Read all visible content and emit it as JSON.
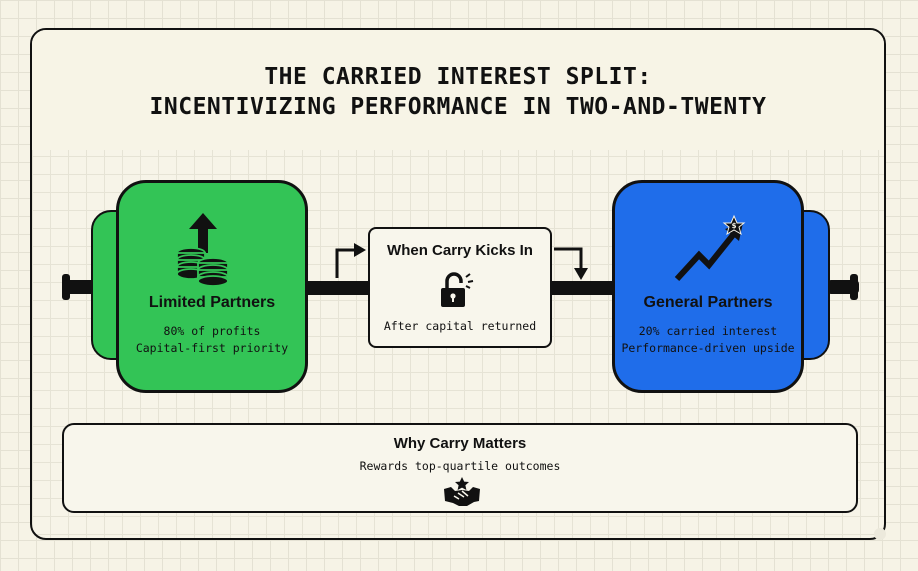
{
  "title": {
    "line1": "THE CARRIED INTEREST SPLIT:",
    "line2": "INCENTIVIZING PERFORMANCE IN TWO-AND-TWENTY"
  },
  "limited_partners": {
    "name": "Limited Partners",
    "line1": "80% of profits",
    "line2": "Capital-first priority",
    "icon": "coins-up-arrow-icon",
    "color": "#33c456"
  },
  "general_partners": {
    "name": "General Partners",
    "line1": "20% carried interest",
    "line2": "Performance-driven upside",
    "icon": "trend-up-star-icon",
    "color": "#1f6dea"
  },
  "carry": {
    "title": "When Carry Kicks In",
    "subtitle": "After capital returned",
    "icon": "unlock-icon"
  },
  "why": {
    "title": "Why Carry Matters",
    "subtitle": "Rewards top-quartile outcomes",
    "icon": "handshake-star-icon"
  }
}
